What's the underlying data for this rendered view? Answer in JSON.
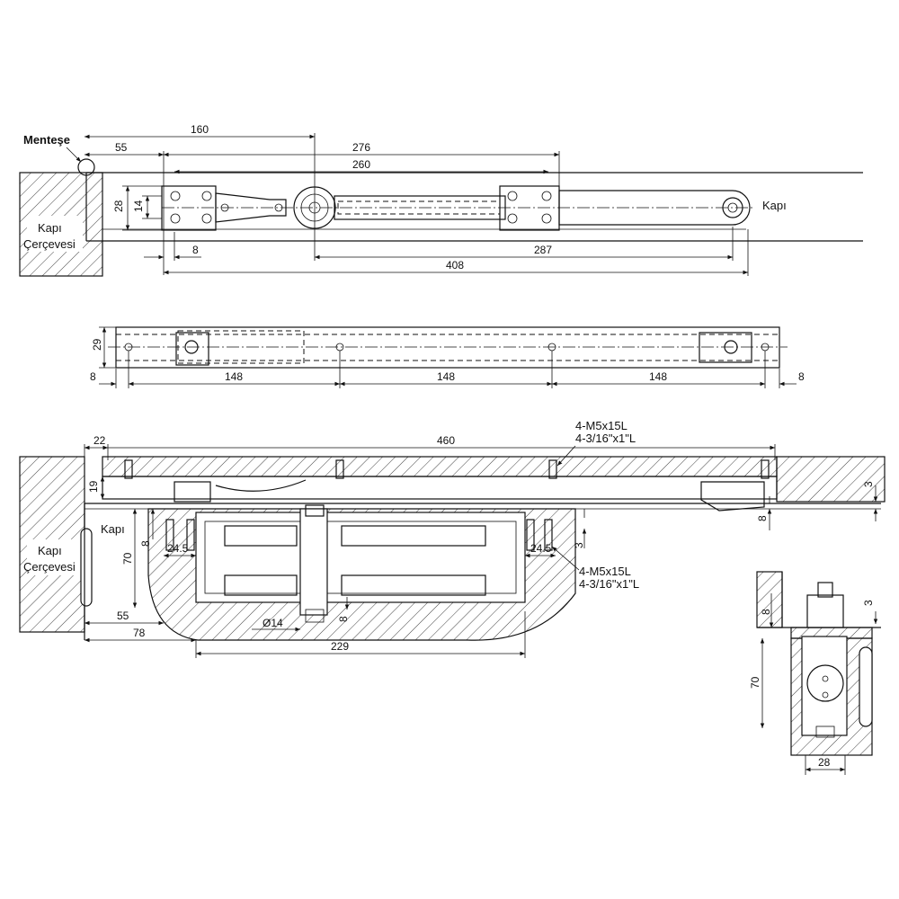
{
  "top_view": {
    "hinge_label": "Menteşe",
    "frame_label_line1": "Kapı",
    "frame_label_line2": "Çerçevesi",
    "door_label": "Kapı",
    "dim_160": "160",
    "dim_55": "55",
    "dim_276": "276",
    "dim_260": "260",
    "dim_28": "28",
    "dim_14": "14",
    "dim_8": "8",
    "dim_287": "287",
    "dim_408": "408"
  },
  "rail_view": {
    "dim_29": "29",
    "dim_8_left": "8",
    "dim_148_a": "148",
    "dim_148_b": "148",
    "dim_148_c": "148",
    "dim_8_right": "8"
  },
  "section_view": {
    "dim_22": "22",
    "dim_460": "460",
    "screw_note_line1": "4-M5x15L",
    "screw_note_line2": "4-3/16\"x1\"L",
    "dim_19": "19",
    "dim_3_right": "3",
    "dim_8_right": "8",
    "door_label": "Kapı",
    "frame_label_line1": "Kapı",
    "frame_label_line2": "Çerçevesi",
    "dim_8_left": "8",
    "dim_70": "70",
    "dim_24_5_left": "24.5",
    "dim_24_5_right": "24.5",
    "dim_3_mid": "3",
    "screw_note2_line1": "4-M5x15L",
    "screw_note2_line2": "4-3/16\"x1\"L",
    "dim_55": "55",
    "dim_78": "78",
    "dim_phi14": "Ø14",
    "dim_8_center": "8",
    "dim_229": "229"
  },
  "side_view": {
    "dim_8": "8",
    "dim_3": "3",
    "dim_70": "70",
    "dim_28": "28"
  }
}
